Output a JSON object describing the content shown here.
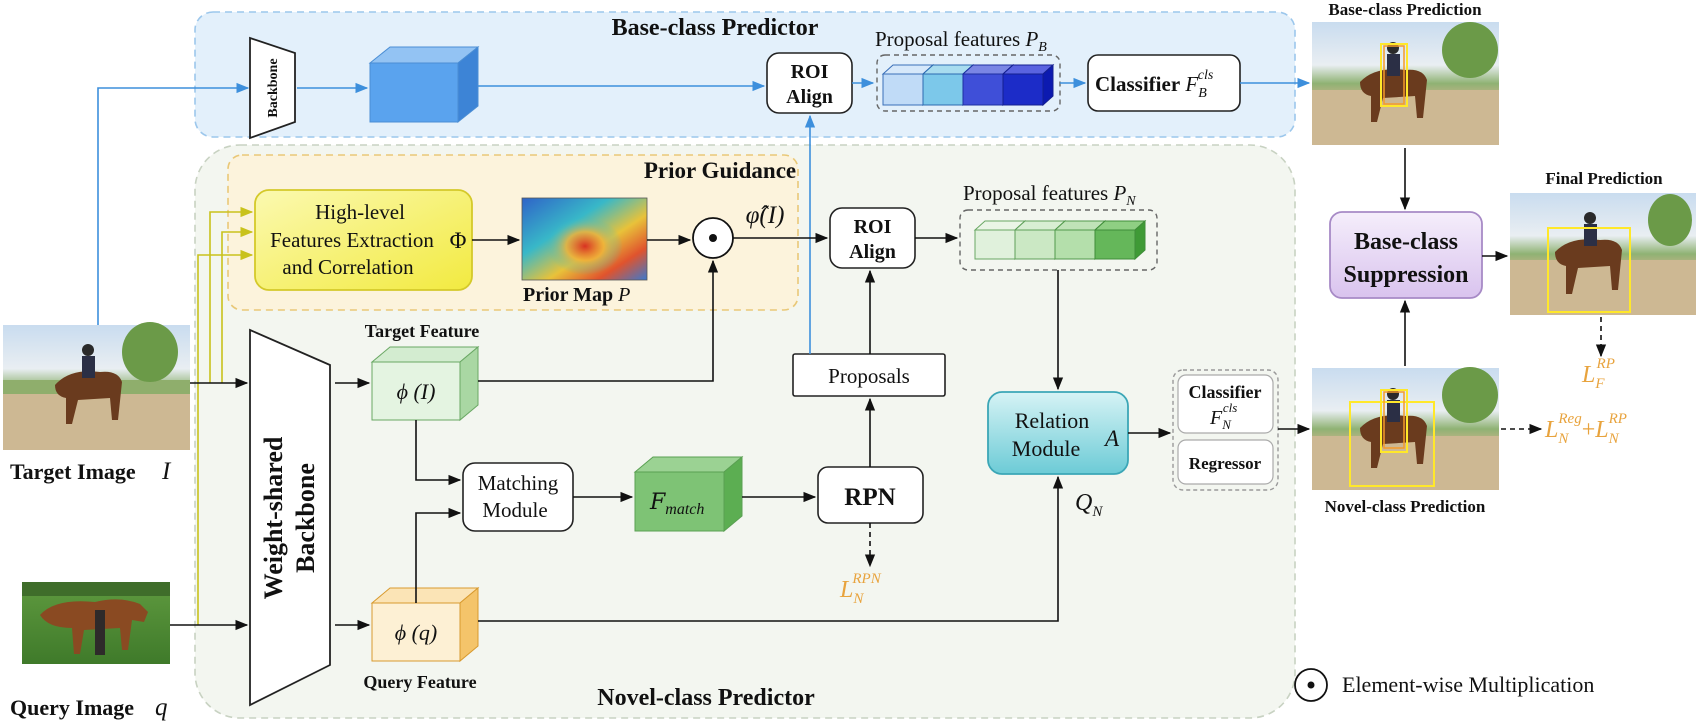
{
  "regions": {
    "base_predictor": "Base-class Predictor",
    "prior_guidance": "Prior Guidance",
    "novel_predictor": "Novel-class Predictor"
  },
  "base": {
    "backbone": "Backbone",
    "roi_align_line1": "ROI",
    "roi_align_line2": "Align",
    "proposal_features": "Proposal features",
    "proposal_features_sym": "P",
    "proposal_features_sub": "B",
    "classifier": "Classifier",
    "classifier_sym": "F",
    "classifier_sub": "B",
    "classifier_sup": "cls"
  },
  "prior": {
    "extract_line1": "High-level",
    "extract_line2": "Features Extraction",
    "extract_line3": "and Correlation",
    "phi_symbol": "Φ",
    "prior_map": "Prior Map",
    "prior_map_sym": "P",
    "phi_hat": "φ̂(I)"
  },
  "novel": {
    "target_feature": "Target Feature",
    "target_feature_sym": "ϕ (I)",
    "query_feature": "Query Feature",
    "query_feature_sym": "ϕ (q)",
    "weight_shared_line1": "Weight-shared",
    "weight_shared_line2": "Backbone",
    "matching_line1": "Matching",
    "matching_line2": "Module",
    "f_match_sym": "F",
    "f_match_sub": "match",
    "rpn": "RPN",
    "rpn_loss_sym": "L",
    "rpn_loss_sub": "N",
    "rpn_loss_sup": "RPN",
    "proposals": "Proposals",
    "roi_align_line1": "ROI",
    "roi_align_line2": "Align",
    "proposal_features": "Proposal features",
    "proposal_features_sym": "P",
    "proposal_features_sub": "N",
    "relation_line1": "Relation",
    "relation_line2": "Module",
    "relation_sym": "A",
    "qn_sym": "Q",
    "qn_sub": "N",
    "classifier": "Classifier",
    "classifier_sym": "F",
    "classifier_sub": "N",
    "classifier_sup": "cls",
    "regressor": "Regressor"
  },
  "outputs": {
    "base_prediction": "Base-class Prediction",
    "final_prediction": "Final Prediction",
    "novel_prediction": "Novel-class Prediction",
    "suppression_line1": "Base-class",
    "suppression_line2": "Suppression",
    "final_loss_sym": "L",
    "final_loss_sub": "F",
    "final_loss_sup": "RP",
    "novel_loss_a_sym": "L",
    "novel_loss_a_sub": "N",
    "novel_loss_a_sup": "Reg",
    "novel_loss_plus": "+",
    "novel_loss_b_sym": "L",
    "novel_loss_b_sub": "N",
    "novel_loss_b_sup": "RP"
  },
  "inputs": {
    "target_image": "Target Image",
    "target_image_sym": "I",
    "query_image": "Query Image",
    "query_image_sym": "q"
  },
  "legend": {
    "elementwise": "Element-wise Multiplication"
  },
  "colors": {
    "base_region_fill": "#e3f0fb",
    "novel_region_fill": "#f3f6f0",
    "prior_region_fill": "#fcf3dc",
    "blue_arrow": "#3d8fdc",
    "loss_orange": "#e8a33d",
    "feature_green": "#7dc576",
    "query_orange": "#f5c26b",
    "relation_teal": "#7fd3dc",
    "suppression_purple": "#e4d4f2",
    "extraction_yellow": "#f7f27a"
  },
  "icons": [
    "horse-rider-photo-icon",
    "horse-photo-icon",
    "prior-heatmap-icon",
    "elementwise-multiply-icon"
  ]
}
